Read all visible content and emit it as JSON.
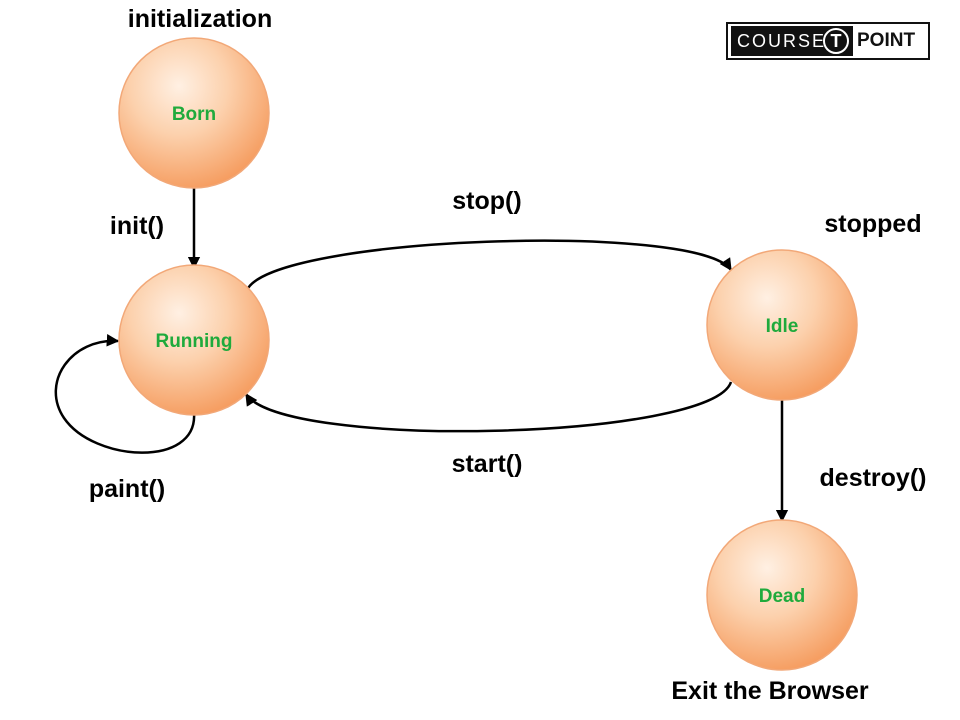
{
  "diagram": {
    "states": {
      "born": "Born",
      "running": "Running",
      "idle": "Idle",
      "dead": "Dead"
    },
    "annotations": {
      "initialization": "initialization",
      "stopped": "stopped",
      "exit": "Exit the Browser"
    },
    "transitions": {
      "init": "init()",
      "stop": "stop()",
      "start": "start()",
      "paint": "paint()",
      "destroy": "destroy()"
    },
    "colors": {
      "state_label": "#1faa3c",
      "state_fill_light": "#fde3cd",
      "state_fill_dark": "#f7a068",
      "state_stroke": "#f2a878",
      "arrow": "#000000"
    }
  },
  "logo": {
    "left_text": "COURSE",
    "badge_letter": "T",
    "right_text": "POINT"
  }
}
